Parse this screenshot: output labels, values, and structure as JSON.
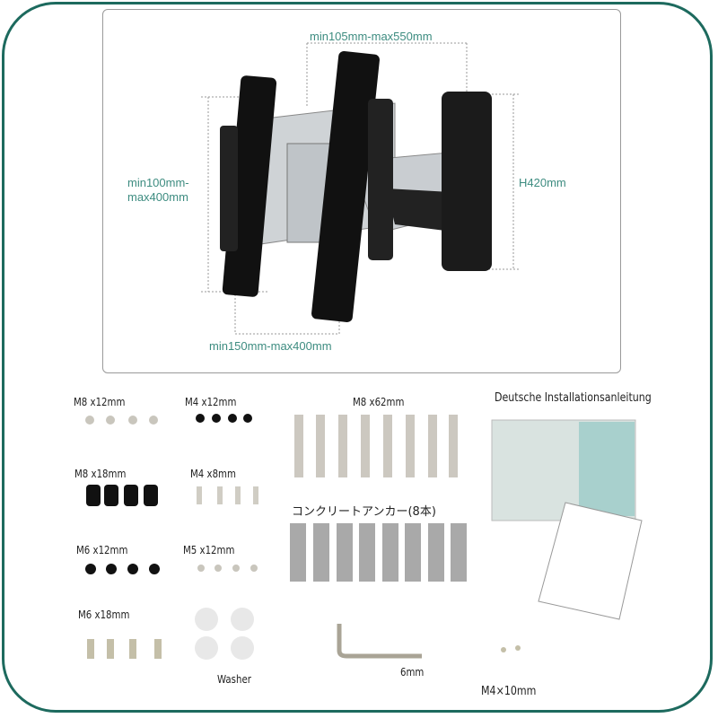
{
  "dimensions": {
    "vesa_horizontal_top": "min105mm-max550mm",
    "vesa_vertical_line1": "min100mm-",
    "vesa_vertical_line2": "max400mm",
    "height": "H420mm",
    "vesa_horizontal_bottom": "min150mm-max400mm"
  },
  "parts": {
    "m8x12": "M8 x12mm",
    "m4x12": "M4 x12mm",
    "m8x62": "M8 x62mm",
    "manual": "Deutsche Installationsanleitung",
    "m8x18": "M8 x18mm",
    "m4x8": "M4 x8mm",
    "anchor": "コンクリートアンカー(8本)",
    "m6x12": "M6 x12mm",
    "m5x12": "M5 x12mm",
    "m6x18": "M6 x18mm",
    "washer": "Washer",
    "hex_key": "6mm",
    "m4x10": "M4×10mm"
  },
  "colors": {
    "frame": "#1d6a5e",
    "dimension_text": "#3d8c80"
  }
}
